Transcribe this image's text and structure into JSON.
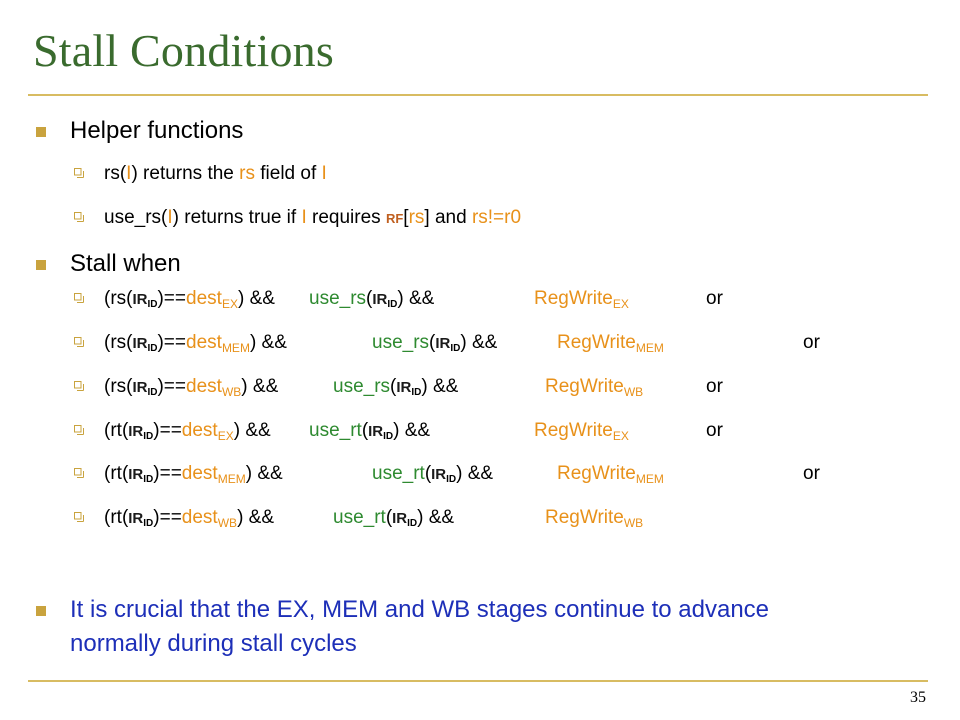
{
  "slide": {
    "title": "Stall Conditions",
    "page_number": "35"
  },
  "helper": {
    "heading": "Helper functions",
    "rs_line": {
      "p1": "rs(",
      "p2": "I",
      "p3": ") returns the ",
      "p4": "rs",
      "p5": " field of ",
      "p6": "I"
    },
    "use_line": {
      "p1": "use_rs(",
      "p2": "I",
      "p3": ") returns true if ",
      "p4": "I",
      "p5": " requires ",
      "p6": "RF",
      "p7": "[",
      "p8": "rs",
      "p9": "] and ",
      "p10": "rs",
      "p11": "!=r0"
    }
  },
  "stall": {
    "heading": "Stall when",
    "conditions": [
      {
        "reg": "rs",
        "stage": "EX",
        "use": "use_rs",
        "or": "or"
      },
      {
        "reg": "rs",
        "stage": "MEM",
        "use": "use_rs",
        "or": "or"
      },
      {
        "reg": "rs",
        "stage": "WB",
        "use": "use_rs",
        "or": "or"
      },
      {
        "reg": "rt",
        "stage": "EX",
        "use": "use_rt",
        "or": "or"
      },
      {
        "reg": "rt",
        "stage": "MEM",
        "use": "use_rt",
        "or": "or"
      },
      {
        "reg": "rt",
        "stage": "WB",
        "use": "use_rt",
        "or": ""
      }
    ],
    "ir": "IR",
    "ir_sub": "ID",
    "dest": "dest",
    "regwrite": "RegWrite",
    "andand": "&&",
    "eqeq": ")=="
  },
  "note": {
    "line1": "It is crucial that the EX, MEM and WB stages continue to advance",
    "line2": "normally during stall cycles"
  },
  "colors": {
    "title": "#3a6b2e",
    "accent": "#e8911a",
    "bullet": "#c9a33e",
    "rule": "#d8bc62",
    "note": "#1d2fb8"
  }
}
